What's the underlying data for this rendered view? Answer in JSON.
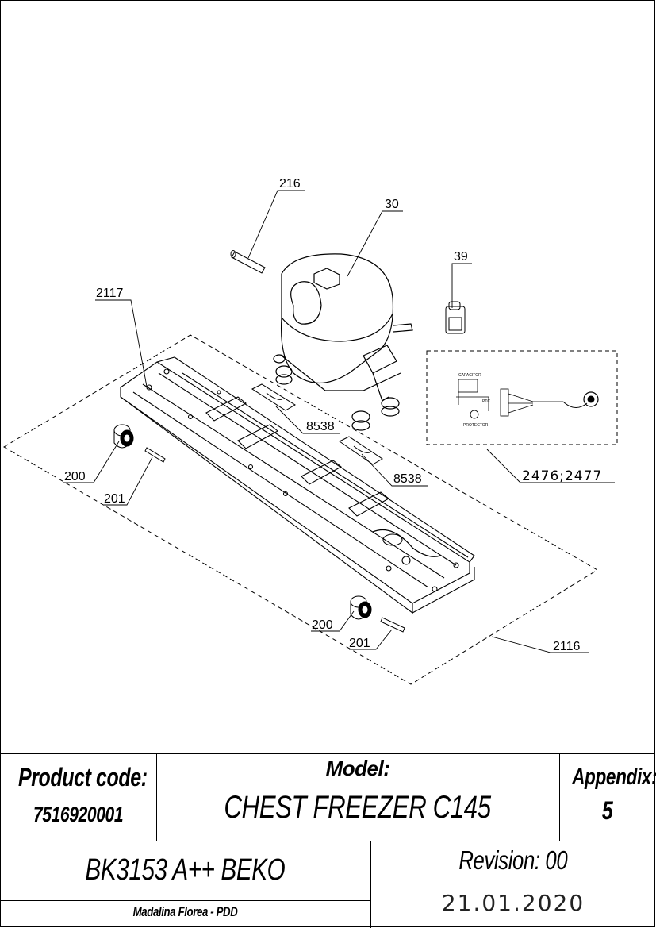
{
  "callouts": {
    "c216": "216",
    "c30": "30",
    "c39": "39",
    "c2117": "2117",
    "c8538a": "8538",
    "c8538b": "8538",
    "c200a": "200",
    "c201a": "201",
    "c200b": "200",
    "c201b": "201",
    "c2116": "2116",
    "c2476": "2476;2477"
  },
  "schematic_labels": {
    "capacitor": "CAPACITOR",
    "ptc": "PTC",
    "protector": "PROTECTOR"
  },
  "title_block": {
    "product_code_label": "Product code:",
    "product_code": "7516920001",
    "model_label": "Model:",
    "model": "CHEST FREEZER C145",
    "appendix_label": "Appendix:",
    "appendix": "5",
    "article": "BK3153 A++ BEKO",
    "revision": "Revision: 00",
    "author": "Madalina Florea - PDD",
    "date": "21.01.2020"
  }
}
